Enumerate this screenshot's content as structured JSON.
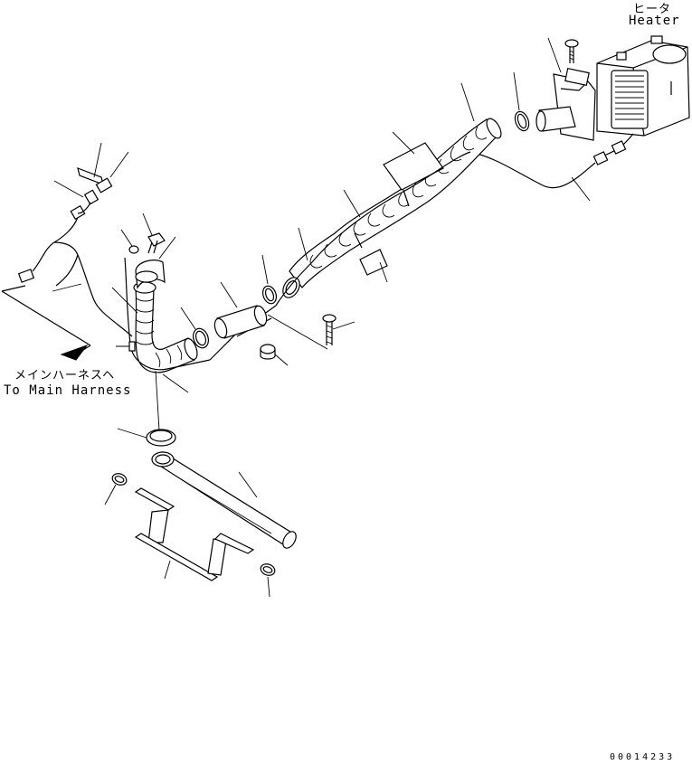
{
  "labels": {
    "heater_jp": "ヒータ",
    "heater_en": "Heater",
    "harness_jp": "メインハーネスヘ",
    "harness_en": "To Main Harness",
    "drawing_code": "00014233"
  }
}
